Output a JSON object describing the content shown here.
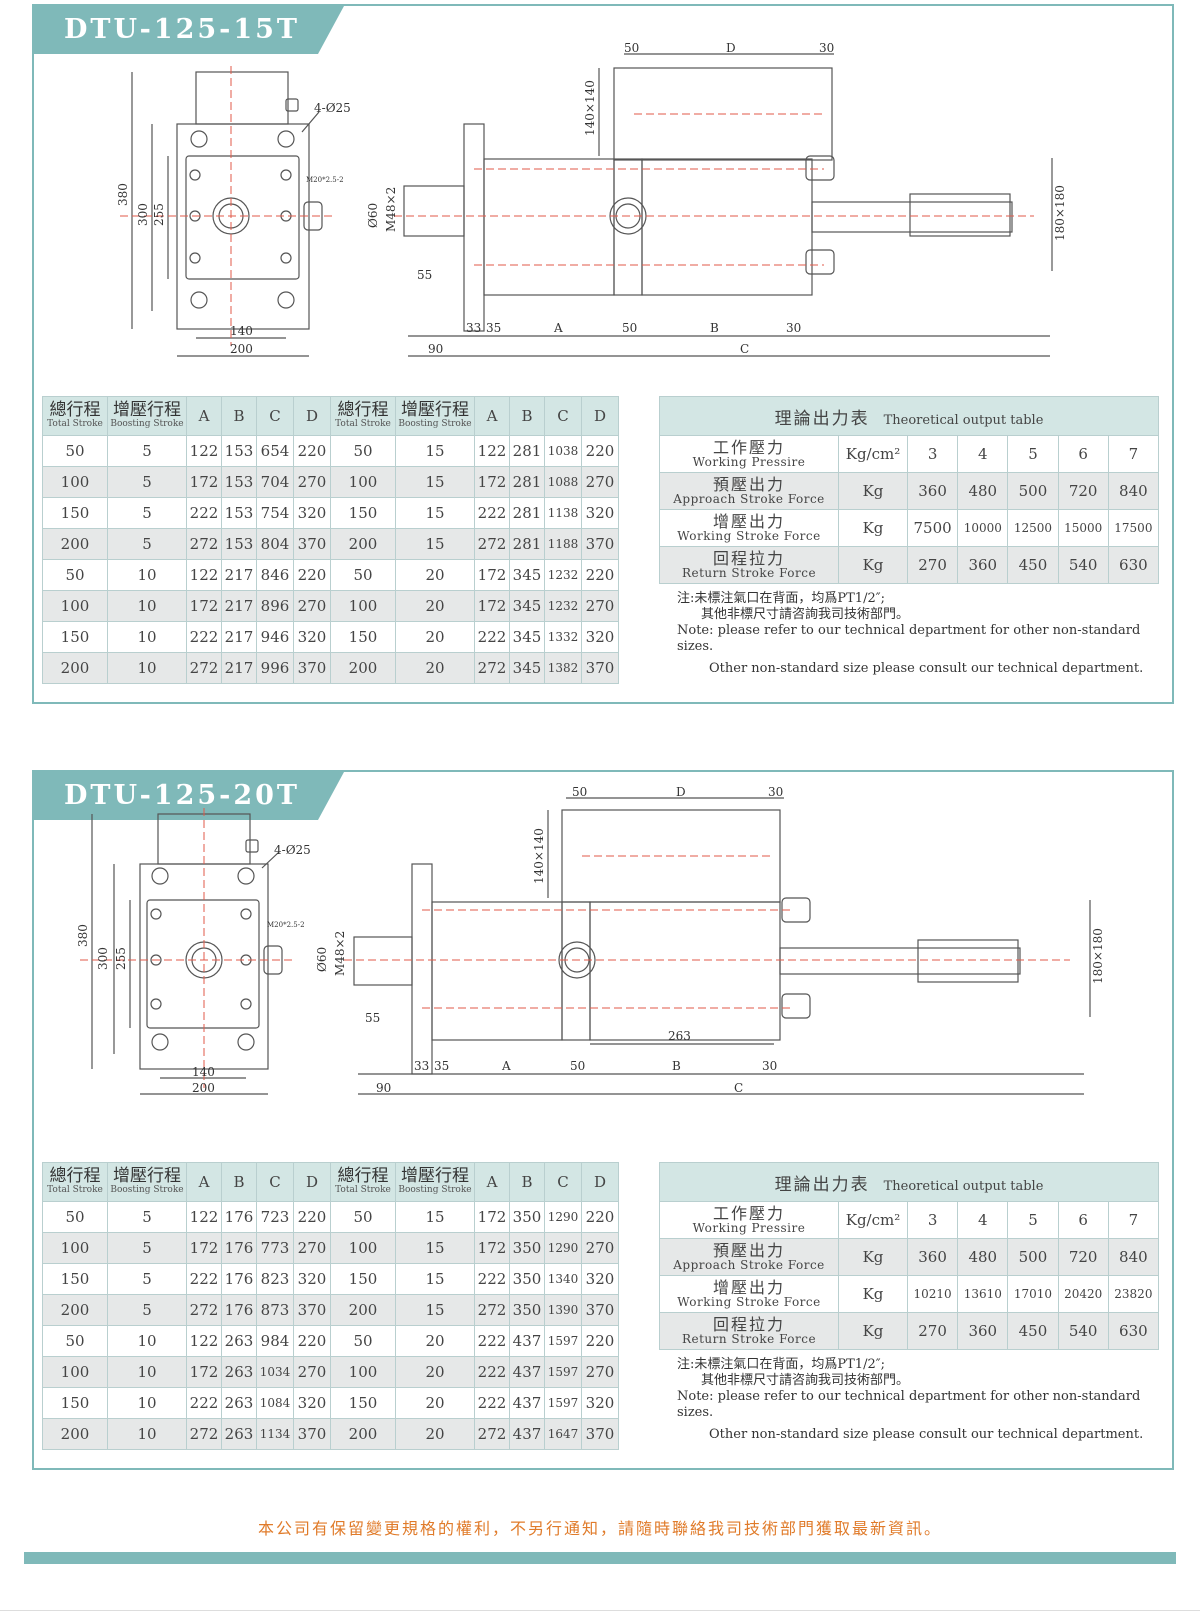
{
  "panels": [
    {
      "title": "DTU-125-15T",
      "drawing": {
        "left_labels": {
          "hole": "4-Ø25",
          "port": "M20*2.5-2",
          "h380": "380",
          "h300": "300",
          "h255": "255",
          "w140": "140",
          "w200": "200"
        },
        "side_labels": {
          "d50": "50",
          "dD": "D",
          "d30": "30",
          "h140x140": "140×140",
          "phi60": "Ø60",
          "m48": "M48×2",
          "d55": "55",
          "h180x180": "180×180",
          "b33": "33",
          "b35": "35",
          "bA": "A",
          "b50": "50",
          "bB": "B",
          "b30": "30",
          "b90": "90",
          "bC": "C"
        }
      },
      "spec_table": {
        "headers": [
          {
            "zh": "總行程",
            "en": "Total Stroke"
          },
          {
            "zh": "增壓行程",
            "en": "Boosting Stroke"
          },
          {
            "zh": "A"
          },
          {
            "zh": "B"
          },
          {
            "zh": "C"
          },
          {
            "zh": "D"
          },
          {
            "zh": "總行程",
            "en": "Total Stroke"
          },
          {
            "zh": "增壓行程",
            "en": "Boosting Stroke"
          },
          {
            "zh": "A"
          },
          {
            "zh": "B"
          },
          {
            "zh": "C"
          },
          {
            "zh": "D"
          }
        ],
        "rows": [
          [
            "50",
            "5",
            "122",
            "153",
            "654",
            "220",
            "50",
            "15",
            "122",
            "281",
            "1038",
            "220"
          ],
          [
            "100",
            "5",
            "172",
            "153",
            "704",
            "270",
            "100",
            "15",
            "172",
            "281",
            "1088",
            "270"
          ],
          [
            "150",
            "5",
            "222",
            "153",
            "754",
            "320",
            "150",
            "15",
            "222",
            "281",
            "1138",
            "320"
          ],
          [
            "200",
            "5",
            "272",
            "153",
            "804",
            "370",
            "200",
            "15",
            "272",
            "281",
            "1188",
            "370"
          ],
          [
            "50",
            "10",
            "122",
            "217",
            "846",
            "220",
            "50",
            "20",
            "172",
            "345",
            "1232",
            "220"
          ],
          [
            "100",
            "10",
            "172",
            "217",
            "896",
            "270",
            "100",
            "20",
            "172",
            "345",
            "1232",
            "270"
          ],
          [
            "150",
            "10",
            "222",
            "217",
            "946",
            "320",
            "150",
            "20",
            "222",
            "345",
            "1332",
            "320"
          ],
          [
            "200",
            "10",
            "272",
            "217",
            "996",
            "370",
            "200",
            "20",
            "272",
            "345",
            "1382",
            "370"
          ]
        ]
      },
      "output_table": {
        "title_zh": "理論出力表",
        "title_en": "Theoretical output table",
        "rows": [
          {
            "zh": "工作壓力",
            "en": "Working Pressire",
            "unit": "Kg/cm²",
            "values": [
              "3",
              "4",
              "5",
              "6",
              "7"
            ]
          },
          {
            "zh": "預壓出力",
            "en": "Approach Stroke Force",
            "unit": "Kg",
            "values": [
              "360",
              "480",
              "500",
              "720",
              "840"
            ]
          },
          {
            "zh": "增壓出力",
            "en": "Working Stroke Force",
            "unit": "Kg",
            "values": [
              "7500",
              "10000",
              "12500",
              "15000",
              "17500"
            ]
          },
          {
            "zh": "回程拉力",
            "en": "Return Stroke Force",
            "unit": "Kg",
            "values": [
              "270",
              "360",
              "450",
              "540",
              "630"
            ]
          }
        ]
      },
      "note": {
        "zh1": "注:未標注氣口在背面，均爲PT1/2″;",
        "zh2": "其他非標尺寸請咨詢我司技術部門。",
        "en1": "Note: please refer to our technical department for other non-standard sizes.",
        "en2": "Other non-standard size please consult our technical department."
      }
    },
    {
      "title": "DTU-125-20T",
      "drawing": {
        "left_labels": {
          "hole": "4-Ø25",
          "port": "M20*2.5-2",
          "h380": "380",
          "h300": "300",
          "h255": "255",
          "w140": "140",
          "w200": "200"
        },
        "side_labels": {
          "d50": "50",
          "dD": "D",
          "d30": "30",
          "h140x140": "140×140",
          "phi60": "Ø60",
          "m48": "M48×2",
          "d55": "55",
          "h180x180": "180×180",
          "d263": "263",
          "b33": "33",
          "b35": "35",
          "bA": "A",
          "b50": "50",
          "bB": "B",
          "b30": "30",
          "b90": "90",
          "bC": "C"
        }
      },
      "spec_table": {
        "headers": [
          {
            "zh": "總行程",
            "en": "Total Stroke"
          },
          {
            "zh": "增壓行程",
            "en": "Boosting Stroke"
          },
          {
            "zh": "A"
          },
          {
            "zh": "B"
          },
          {
            "zh": "C"
          },
          {
            "zh": "D"
          },
          {
            "zh": "總行程",
            "en": "Total Stroke"
          },
          {
            "zh": "增壓行程",
            "en": "Boosting Stroke"
          },
          {
            "zh": "A"
          },
          {
            "zh": "B"
          },
          {
            "zh": "C"
          },
          {
            "zh": "D"
          }
        ],
        "rows": [
          [
            "50",
            "5",
            "122",
            "176",
            "723",
            "220",
            "50",
            "15",
            "172",
            "350",
            "1290",
            "220"
          ],
          [
            "100",
            "5",
            "172",
            "176",
            "773",
            "270",
            "100",
            "15",
            "172",
            "350",
            "1290",
            "270"
          ],
          [
            "150",
            "5",
            "222",
            "176",
            "823",
            "320",
            "150",
            "15",
            "222",
            "350",
            "1340",
            "320"
          ],
          [
            "200",
            "5",
            "272",
            "176",
            "873",
            "370",
            "200",
            "15",
            "272",
            "350",
            "1390",
            "370"
          ],
          [
            "50",
            "10",
            "122",
            "263",
            "984",
            "220",
            "50",
            "20",
            "222",
            "437",
            "1597",
            "220"
          ],
          [
            "100",
            "10",
            "172",
            "263",
            "1034",
            "270",
            "100",
            "20",
            "222",
            "437",
            "1597",
            "270"
          ],
          [
            "150",
            "10",
            "222",
            "263",
            "1084",
            "320",
            "150",
            "20",
            "222",
            "437",
            "1597",
            "320"
          ],
          [
            "200",
            "10",
            "272",
            "263",
            "1134",
            "370",
            "200",
            "20",
            "272",
            "437",
            "1647",
            "370"
          ]
        ]
      },
      "output_table": {
        "title_zh": "理論出力表",
        "title_en": "Theoretical output table",
        "rows": [
          {
            "zh": "工作壓力",
            "en": "Working Pressire",
            "unit": "Kg/cm²",
            "values": [
              "3",
              "4",
              "5",
              "6",
              "7"
            ]
          },
          {
            "zh": "預壓出力",
            "en": "Approach Stroke Force",
            "unit": "Kg",
            "values": [
              "360",
              "480",
              "500",
              "720",
              "840"
            ]
          },
          {
            "zh": "增壓出力",
            "en": "Working Stroke Force",
            "unit": "Kg",
            "values": [
              "10210",
              "13610",
              "17010",
              "20420",
              "23820"
            ]
          },
          {
            "zh": "回程拉力",
            "en": "Return Stroke Force",
            "unit": "Kg",
            "values": [
              "270",
              "360",
              "450",
              "540",
              "630"
            ]
          }
        ]
      },
      "note": {
        "zh1": "注:未標注氣口在背面，均爲PT1/2″;",
        "zh2": "其他非標尺寸請咨詢我司技術部門。",
        "en1": "Note: please refer to our technical department for other non-standard sizes.",
        "en2": "Other non-standard size please consult our technical department."
      }
    }
  ],
  "footer": "本公司有保留變更規格的權利，不另行通知，請隨時聯絡我司技術部門獲取最新資訊。",
  "colors": {
    "accent": "#7fb9b9",
    "header_bg": "#d3e6e4",
    "row_alt": "#e6e8e8",
    "footer_text": "#e07b2a",
    "centerline": "#e05a4a"
  }
}
